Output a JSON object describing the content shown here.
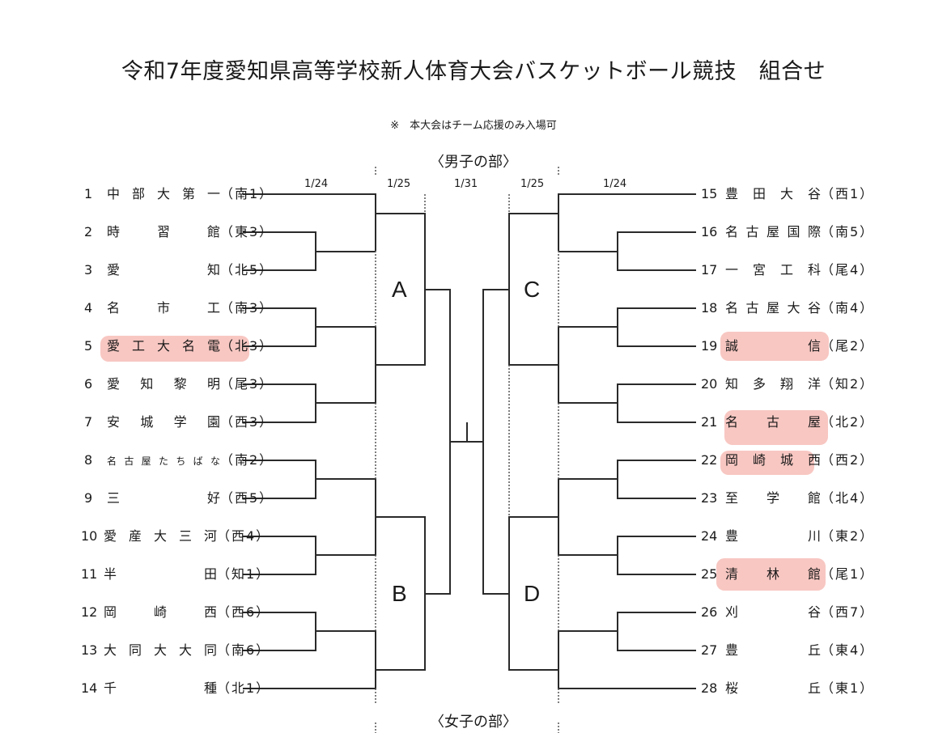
{
  "title": "令和7年度愛知県高等学校新人体育大会バスケットボール競技　組合せ",
  "note": "※　本大会はチーム応援のみ入場可",
  "sections": {
    "boys": "〈男子の部〉",
    "girls": "〈女子の部〉"
  },
  "dates": {
    "left_r1": "1/24",
    "left_r2": "1/25",
    "final": "1/31",
    "right_r2": "1/25",
    "right_r1": "1/24"
  },
  "blocks": {
    "a": "A",
    "b": "B",
    "c": "C",
    "d": "D"
  },
  "highlight_color": "#f0857a",
  "left_teams": [
    {
      "seed": "1",
      "name": "中部大第一",
      "region": "（南1）"
    },
    {
      "seed": "2",
      "name": "時習館",
      "region": "（東3）"
    },
    {
      "seed": "3",
      "name": "愛知",
      "region": "（北5）"
    },
    {
      "seed": "4",
      "name": "名市工",
      "region": "（南3）"
    },
    {
      "seed": "5",
      "name": "愛工大名電",
      "region": "（北3）",
      "highlighted": true
    },
    {
      "seed": "6",
      "name": "愛知黎明",
      "region": "（尾3）"
    },
    {
      "seed": "7",
      "name": "安城学園",
      "region": "（西3）"
    },
    {
      "seed": "8",
      "name": "名古屋たちばな",
      "region": "（南2）"
    },
    {
      "seed": "9",
      "name": "三好",
      "region": "（西5）"
    },
    {
      "seed": "10",
      "name": "愛産大三河",
      "region": "（西4）"
    },
    {
      "seed": "11",
      "name": "半田",
      "region": "（知1）"
    },
    {
      "seed": "12",
      "name": "岡崎西",
      "region": "（西6）"
    },
    {
      "seed": "13",
      "name": "大同大大同",
      "region": "（南6）"
    },
    {
      "seed": "14",
      "name": "千種",
      "region": "（北1）"
    }
  ],
  "right_teams": [
    {
      "seed": "15",
      "name": "豊田大谷",
      "region": "（西1）"
    },
    {
      "seed": "16",
      "name": "名古屋国際",
      "region": "（南5）"
    },
    {
      "seed": "17",
      "name": "一宮工科",
      "region": "（尾4）"
    },
    {
      "seed": "18",
      "name": "名古屋大谷",
      "region": "（南4）"
    },
    {
      "seed": "19",
      "name": "誠信",
      "region": "（尾2）",
      "highlighted": true
    },
    {
      "seed": "20",
      "name": "知多翔洋",
      "region": "（知2）"
    },
    {
      "seed": "21",
      "name": "名古屋",
      "region": "（北2）",
      "highlighted": true
    },
    {
      "seed": "22",
      "name": "岡崎城西",
      "region": "（西2）",
      "highlighted": true
    },
    {
      "seed": "23",
      "name": "至学館",
      "region": "（北4）"
    },
    {
      "seed": "24",
      "name": "豊川",
      "region": "（東2）"
    },
    {
      "seed": "25",
      "name": "清林館",
      "region": "（尾1）",
      "highlighted": true
    },
    {
      "seed": "26",
      "name": "刈谷",
      "region": "（西7）"
    },
    {
      "seed": "27",
      "name": "豊丘",
      "region": "（東4）"
    },
    {
      "seed": "28",
      "name": "桜丘",
      "region": "（東1）"
    }
  ]
}
